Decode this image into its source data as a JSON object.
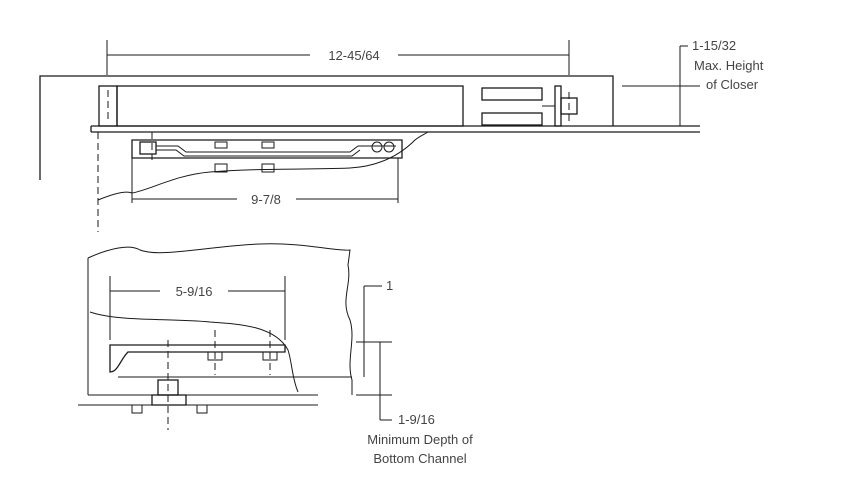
{
  "top_view": {
    "overall_length": "12-45/64",
    "arm_length": "9-7/8",
    "height_value": "1-15/32",
    "height_label_line1": "Max. Height",
    "height_label_line2": "of Closer"
  },
  "bottom_view": {
    "width": "5-9/16",
    "offset": "1",
    "depth_value": "1-9/16",
    "depth_label_line1": "Minimum Depth of",
    "depth_label_line2": "Bottom Channel"
  },
  "colors": {
    "line": "#1a1a1a",
    "text": "#444444",
    "background": "#ffffff"
  }
}
